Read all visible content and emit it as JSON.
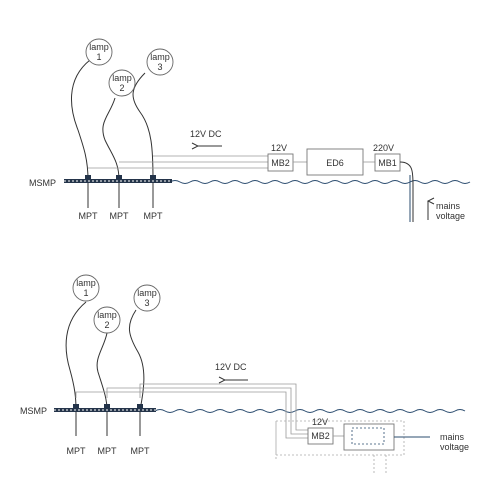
{
  "colors": {
    "line": "#333333",
    "water": "#2b4c6f",
    "box": "#777777",
    "track": "#24344a"
  },
  "top": {
    "lamps": [
      {
        "name": "lamp",
        "num": "1"
      },
      {
        "name": "lamp",
        "num": "2"
      },
      {
        "name": "lamp",
        "num": "3"
      }
    ],
    "dc_label": "12V DC",
    "label_12v": "12V",
    "label_220v": "220V",
    "mb2": "MB2",
    "ed6": "ED6",
    "mb1": "MB1",
    "msmp": "MSMP",
    "mpt": [
      "MPT",
      "MPT",
      "MPT"
    ],
    "mains": [
      "mains",
      "voltage"
    ]
  },
  "bottom": {
    "lamps": [
      {
        "name": "lamp",
        "num": "1"
      },
      {
        "name": "lamp",
        "num": "2"
      },
      {
        "name": "lamp",
        "num": "3"
      }
    ],
    "dc_label": "12V DC",
    "label_12v": "12V",
    "mb2": "MB2",
    "msmp": "MSMP",
    "mpt": [
      "MPT",
      "MPT",
      "MPT"
    ],
    "mains": [
      "mains",
      "voltage"
    ]
  }
}
